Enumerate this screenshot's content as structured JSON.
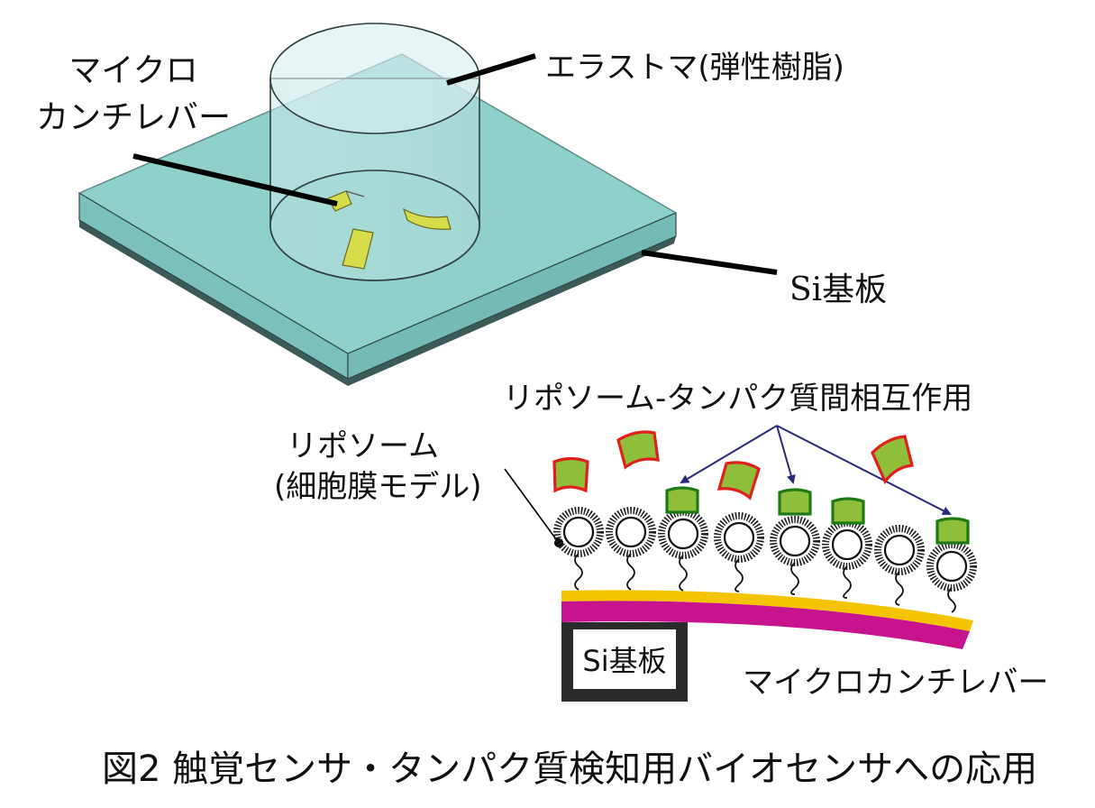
{
  "labels": {
    "microcantilever_top": [
      "マイクロ",
      "カンチレバー"
    ],
    "elastomer": "エラストマ(弾性樹脂)",
    "si_substrate_top": "Si基板",
    "interaction": "リポソーム-タンパク質間相互作用",
    "liposome": [
      "リポソーム",
      "(細胞膜モデル)"
    ],
    "si_substrate_bottom": "Si基板",
    "microcantilever_bottom": "マイクロカンチレバー",
    "caption": "図2  触覚センサ・タンパク質検知用バイオセンサへの応用"
  },
  "colors": {
    "substrate_top": "#8fd0cb",
    "substrate_side": "#7cc0bb",
    "cantilever_chip": "#d6dc4a",
    "gold_layer": "#f5c400",
    "magenta_layer": "#c8138f",
    "protein_fill": "#8fbf3a",
    "protein_free_edge": "#e0201c",
    "protein_bound_edge": "#1e7a16",
    "arrow": "#2a2a7a"
  }
}
